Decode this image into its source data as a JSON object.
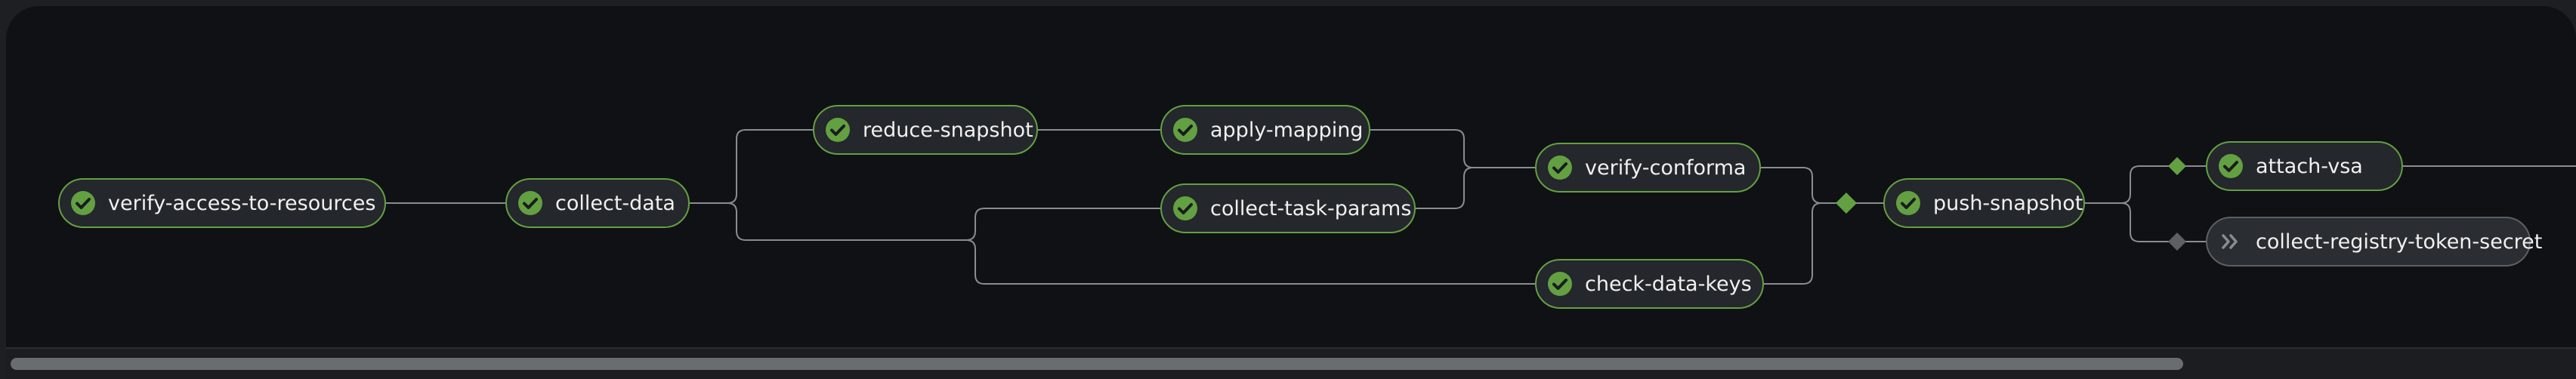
{
  "colors": {
    "success": "#63a042",
    "pending": "#5c5f63",
    "edge": "#8a8d90",
    "node_bg": "#24272b",
    "canvas_bg": "#0f1114"
  },
  "pipeline": {
    "tasks": [
      {
        "id": "verify-access-to-resources",
        "label": "verify-access-to-resources",
        "status": "succeeded",
        "icon": "check-circle-icon"
      },
      {
        "id": "collect-data",
        "label": "collect-data",
        "status": "succeeded",
        "icon": "check-circle-icon"
      },
      {
        "id": "reduce-snapshot",
        "label": "reduce-snapshot",
        "status": "succeeded",
        "icon": "check-circle-icon"
      },
      {
        "id": "apply-mapping",
        "label": "apply-mapping",
        "status": "succeeded",
        "icon": "check-circle-icon"
      },
      {
        "id": "collect-task-params",
        "label": "collect-task-params",
        "status": "succeeded",
        "icon": "check-circle-icon"
      },
      {
        "id": "verify-conforma",
        "label": "verify-conforma",
        "status": "succeeded",
        "icon": "check-circle-icon"
      },
      {
        "id": "check-data-keys",
        "label": "check-data-keys",
        "status": "succeeded",
        "icon": "check-circle-icon"
      },
      {
        "id": "push-snapshot",
        "label": "push-snapshot",
        "status": "succeeded",
        "icon": "check-circle-icon"
      },
      {
        "id": "attach-vsa",
        "label": "attach-vsa",
        "status": "succeeded",
        "icon": "check-circle-icon"
      },
      {
        "id": "collect-registry-token-secret",
        "label": "collect-registry-token-secret",
        "status": "pending",
        "icon": "double-chevron-right-icon"
      }
    ]
  }
}
